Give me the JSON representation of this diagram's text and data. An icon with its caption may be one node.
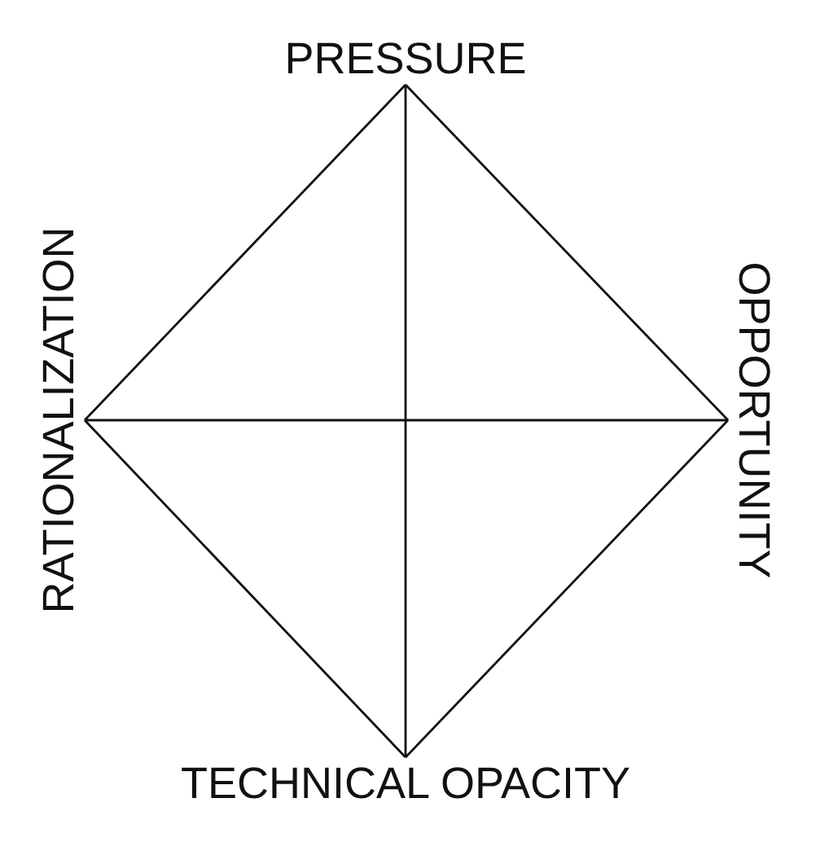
{
  "diagram": {
    "nodes": [
      {
        "text": [
          "PRESSURE"
        ]
      },
      {
        "text": [
          "RATIONALIZATION"
        ]
      },
      {
        "text": [
          "OPPORTUNITY"
        ]
      },
      {
        "text": [
          "TECHNICAL OPACITY"
        ]
      }
    ],
    "edges": [
      {
        "from": 0,
        "to": 2,
        "arrow": "none"
      },
      {
        "from": 2,
        "to": 3,
        "arrow": "none"
      },
      {
        "from": 3,
        "to": 1,
        "arrow": "none"
      },
      {
        "from": 1,
        "to": 0,
        "arrow": "none"
      },
      {
        "from": 0,
        "to": 3,
        "arrow": "none"
      },
      {
        "from": 1,
        "to": 2,
        "arrow": "none"
      }
    ]
  }
}
